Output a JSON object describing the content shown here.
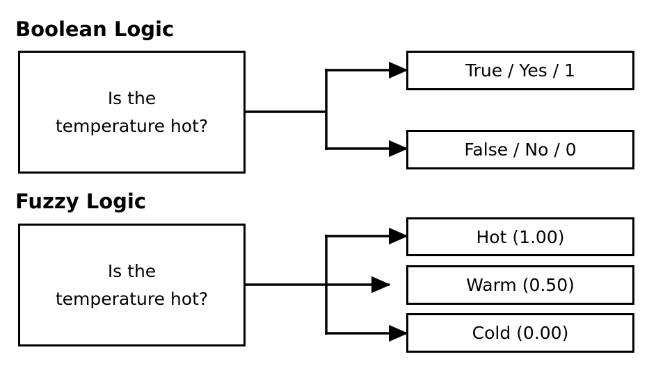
{
  "boolean_section": {
    "title": "Boolean Logic",
    "question": {
      "line1": "Is the",
      "line2": "temperature hot?"
    },
    "outcomes": [
      "True / Yes / 1",
      "False / No / 0"
    ]
  },
  "fuzzy_section": {
    "title": "Fuzzy Logic",
    "question": {
      "line1": "Is the",
      "line2": "temperature hot?"
    },
    "outcomes": [
      "Hot (1.00)",
      "Warm (0.50)",
      "Cold (0.00)"
    ]
  }
}
